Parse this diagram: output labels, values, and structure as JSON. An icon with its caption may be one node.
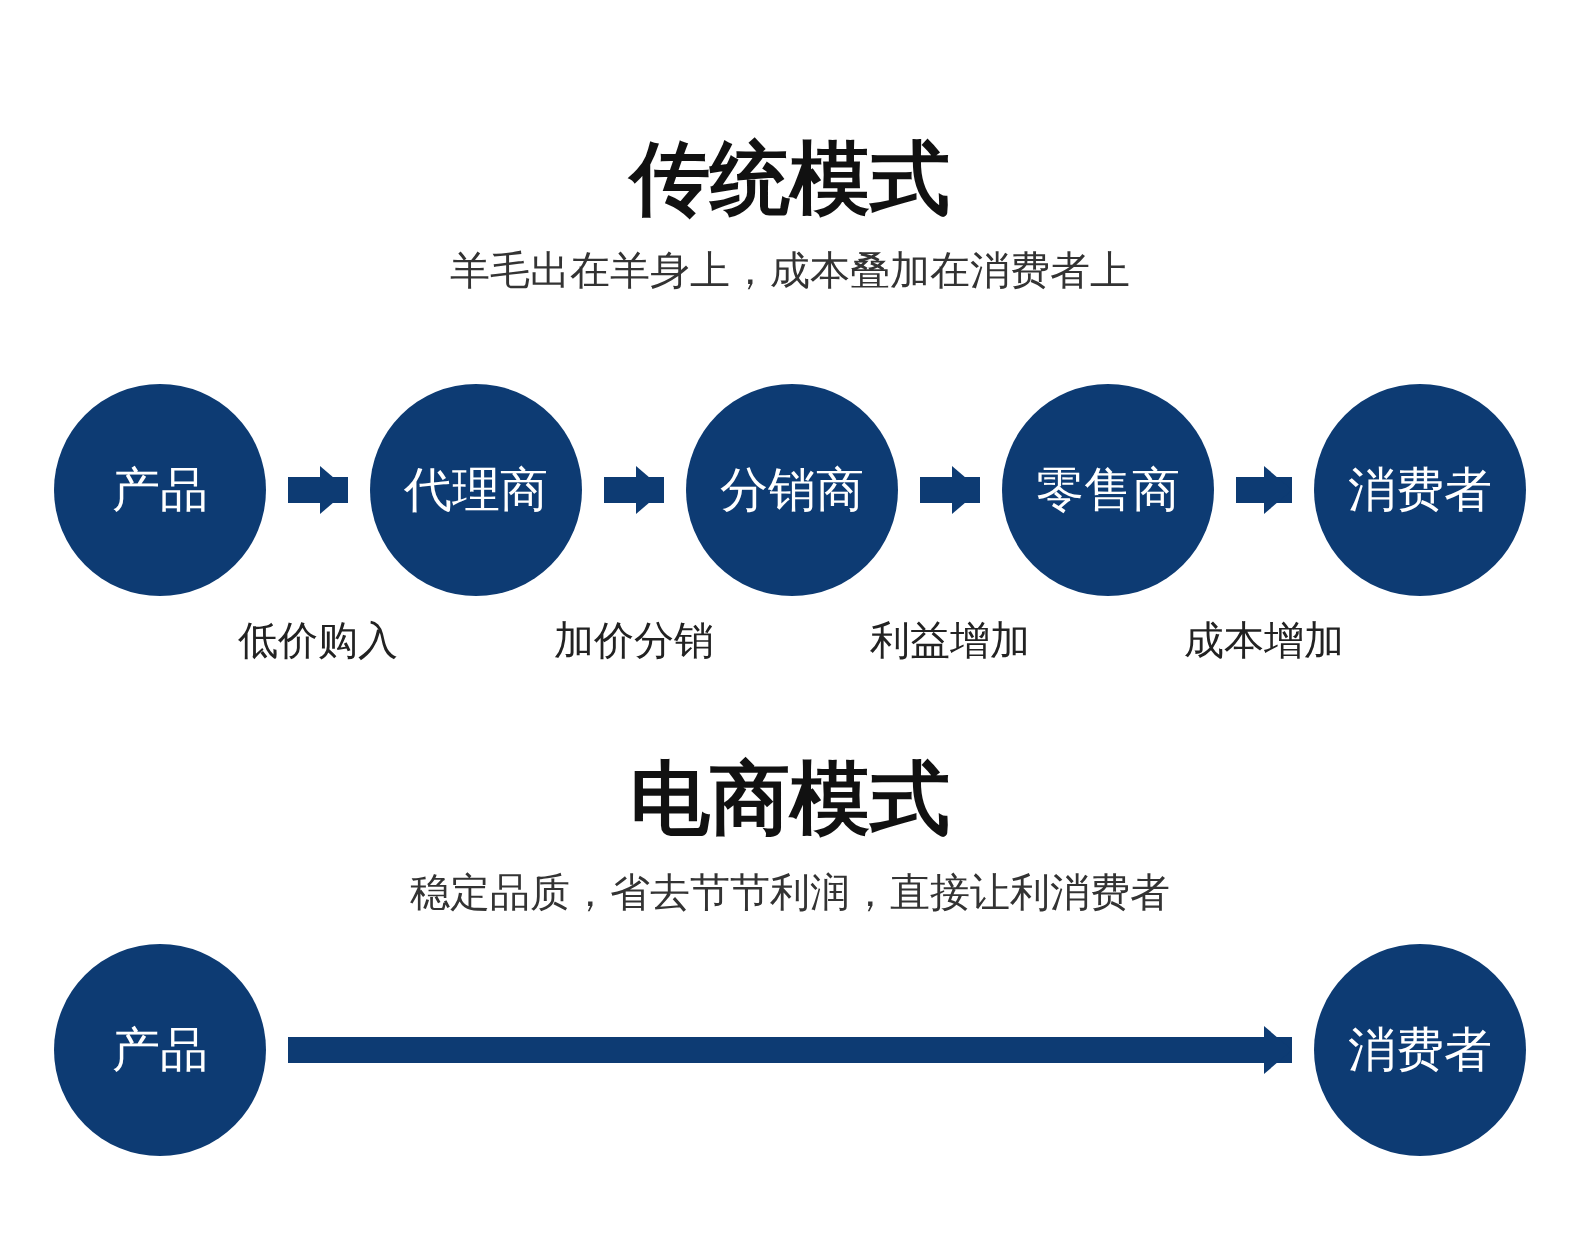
{
  "diagram": {
    "nodes": [
      {
        "text": [
          "产品"
        ]
      },
      {
        "text": [
          "代理商"
        ]
      },
      {
        "text": [
          "分销商"
        ]
      },
      {
        "text": [
          "零售商"
        ]
      },
      {
        "text": [
          "消费者"
        ]
      },
      {
        "text": [
          "产品"
        ]
      },
      {
        "text": [
          "消费者"
        ]
      }
    ],
    "edges": [
      {
        "from": 0,
        "to": 1,
        "arrow": "to",
        "label": "低价购入"
      },
      {
        "from": 1,
        "to": 2,
        "arrow": "to",
        "label": "加价分销"
      },
      {
        "from": 2,
        "to": 3,
        "arrow": "to",
        "label": "利益增加"
      },
      {
        "from": 3,
        "to": 4,
        "arrow": "to",
        "label": "成本增加"
      },
      {
        "from": 5,
        "to": 6,
        "arrow": "to"
      }
    ],
    "labels": [
      "传统模式",
      "羊毛出在羊身上，成本叠加在消费者上",
      "电商模式",
      "稳定品质，省去节节利润，直接让利消费者"
    ]
  }
}
